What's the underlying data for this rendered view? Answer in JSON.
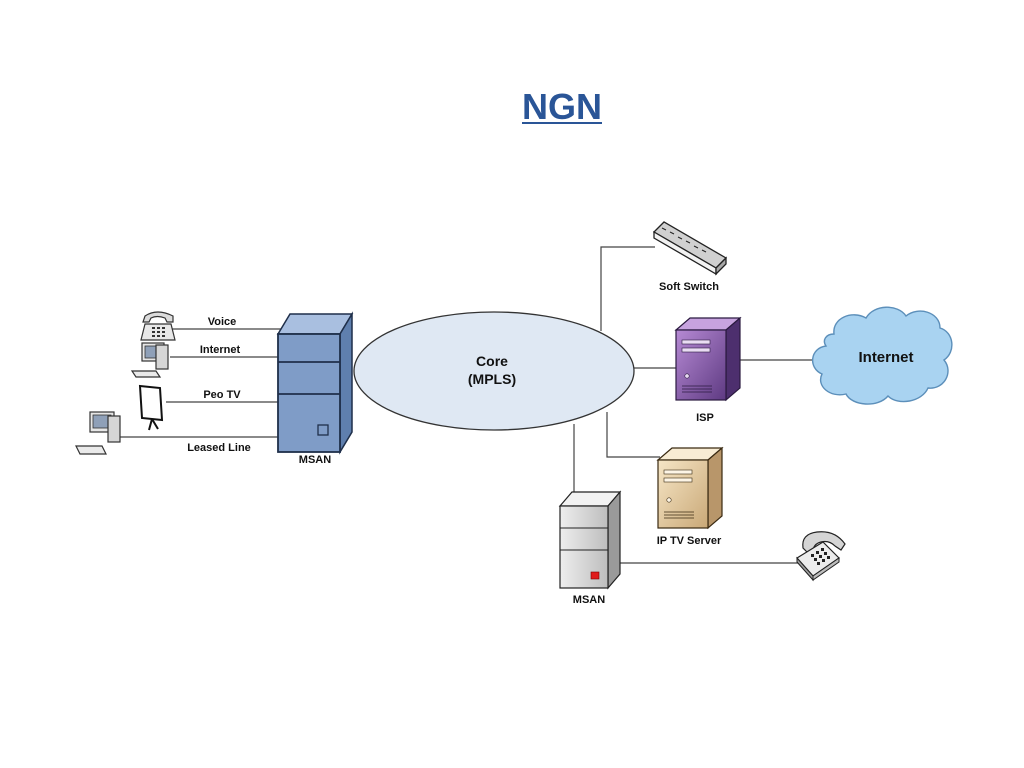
{
  "title": "NGN",
  "diagram": {
    "core": {
      "line1": "Core",
      "line2": "(MPLS)"
    },
    "left_msan": {
      "label": "MSAN",
      "services": {
        "voice": "Voice",
        "internet": "Internet",
        "peo_tv": "Peo TV",
        "leased_line": "Leased Line"
      }
    },
    "soft_switch": {
      "label": "Soft Switch"
    },
    "isp": {
      "label": "ISP"
    },
    "internet_cloud": {
      "label": "Internet"
    },
    "iptv_server": {
      "label": "IP TV Server"
    },
    "bottom_msan": {
      "label": "MSAN"
    },
    "icons": {
      "left": [
        "telephone-icon",
        "computer-icon",
        "tv-screen-icon",
        "computer-icon"
      ],
      "right": [
        "switch-icon",
        "server-icon",
        "cloud-icon",
        "server-icon",
        "server-icon",
        "telephone-icon"
      ]
    },
    "colors": {
      "title": "#2a5597",
      "core_fill": "#dfe8f3",
      "left_msan_fill": "#7f9cc7",
      "isp_fill": "#8a5fa8",
      "iptv_fill": "#e8d2a8",
      "cloud_fill": "#a9d3f1",
      "bottom_msan_fill": "#d9d9d9",
      "indicator_red": "#e01b1b"
    }
  }
}
